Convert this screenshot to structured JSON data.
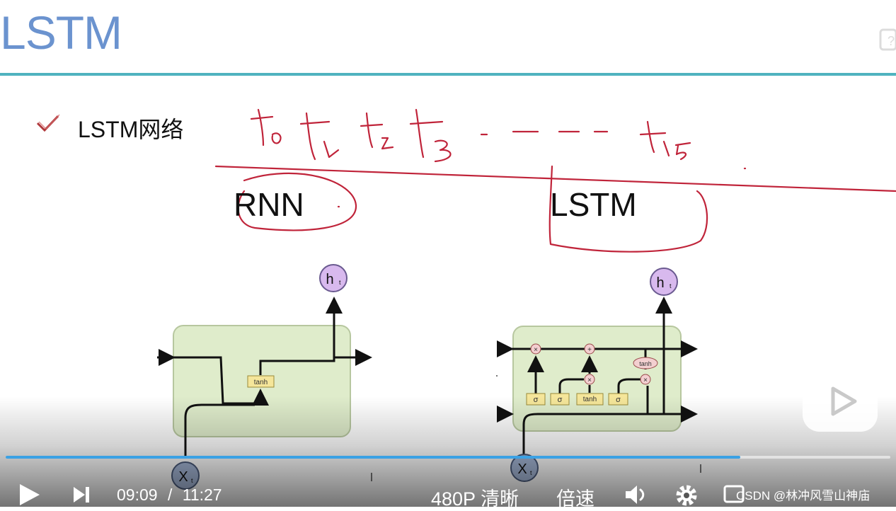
{
  "slide": {
    "title": "LSTM",
    "bullet": "LSTM网络",
    "rnn_label": "RNN",
    "lstm_label": "LSTM",
    "rnn_cell": {
      "gate": "tanh",
      "output": "h",
      "output_sub": "t",
      "input": "X",
      "input_sub": "t"
    },
    "lstm_cell": {
      "gates": [
        "σ",
        "σ",
        "tanh",
        "σ"
      ],
      "top_tanh": "tanh",
      "output": "h",
      "output_sub": "t",
      "input": "X",
      "input_sub": "t"
    }
  },
  "player": {
    "current_time": "09:09",
    "separator": "/",
    "total_time": "11:27",
    "quality": "480P 清晰",
    "speed": "倍速",
    "progress": 0.83,
    "accent_color": "#3ba1e4"
  },
  "watermark": "CSDN @林冲风雪山神庙"
}
